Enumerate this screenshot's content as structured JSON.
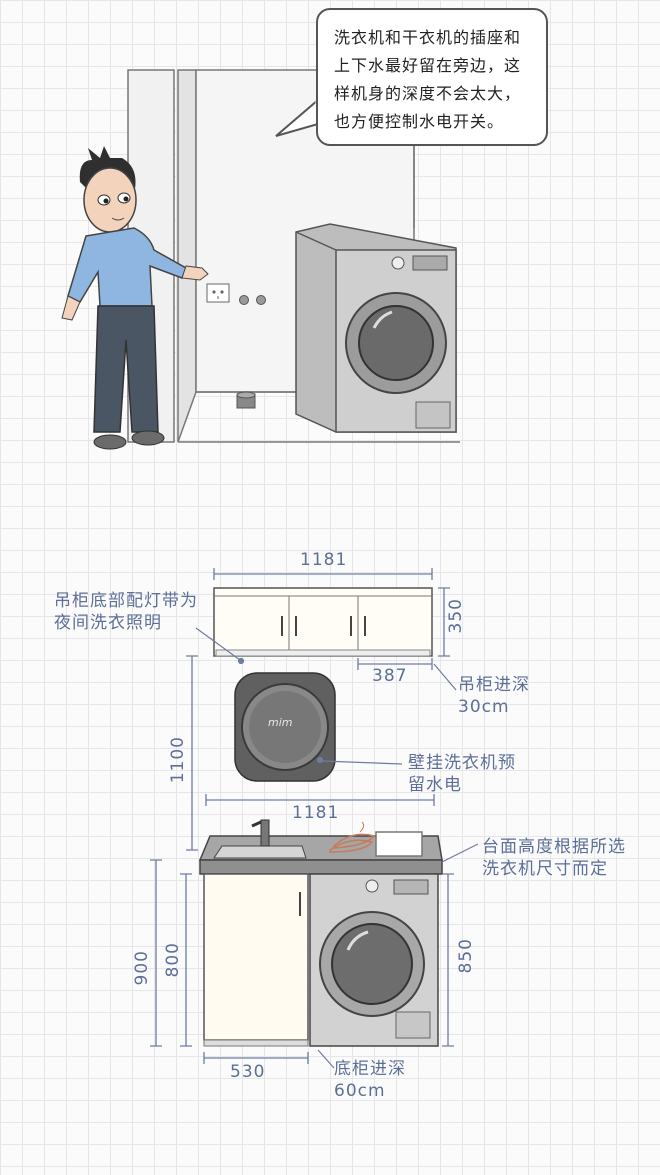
{
  "scene": {
    "speech_text": "洗衣机和干衣机的插座和上下水最好留在旁边，这样机身的深度不会太大，也方便控制水电开关。"
  },
  "diagram": {
    "annotations": {
      "cabinet_light": "吊柜底部配灯带为夜间洗衣照明",
      "upper_depth": "吊柜进深30cm",
      "wall_washer": "壁挂洗衣机预留水电",
      "counter_height": "台面高度根据所选洗衣机尺寸而定",
      "base_depth": "底柜进深60cm",
      "wall_washer_brand": "mim"
    },
    "dimensions": {
      "upper_width": "1181",
      "upper_height": "350",
      "upper_offset": "387",
      "gap_height": "1100",
      "counter_width": "1181",
      "total_height": "900",
      "cabinet_height": "800",
      "washer_height": "850",
      "sink_cabinet_width": "530"
    }
  }
}
